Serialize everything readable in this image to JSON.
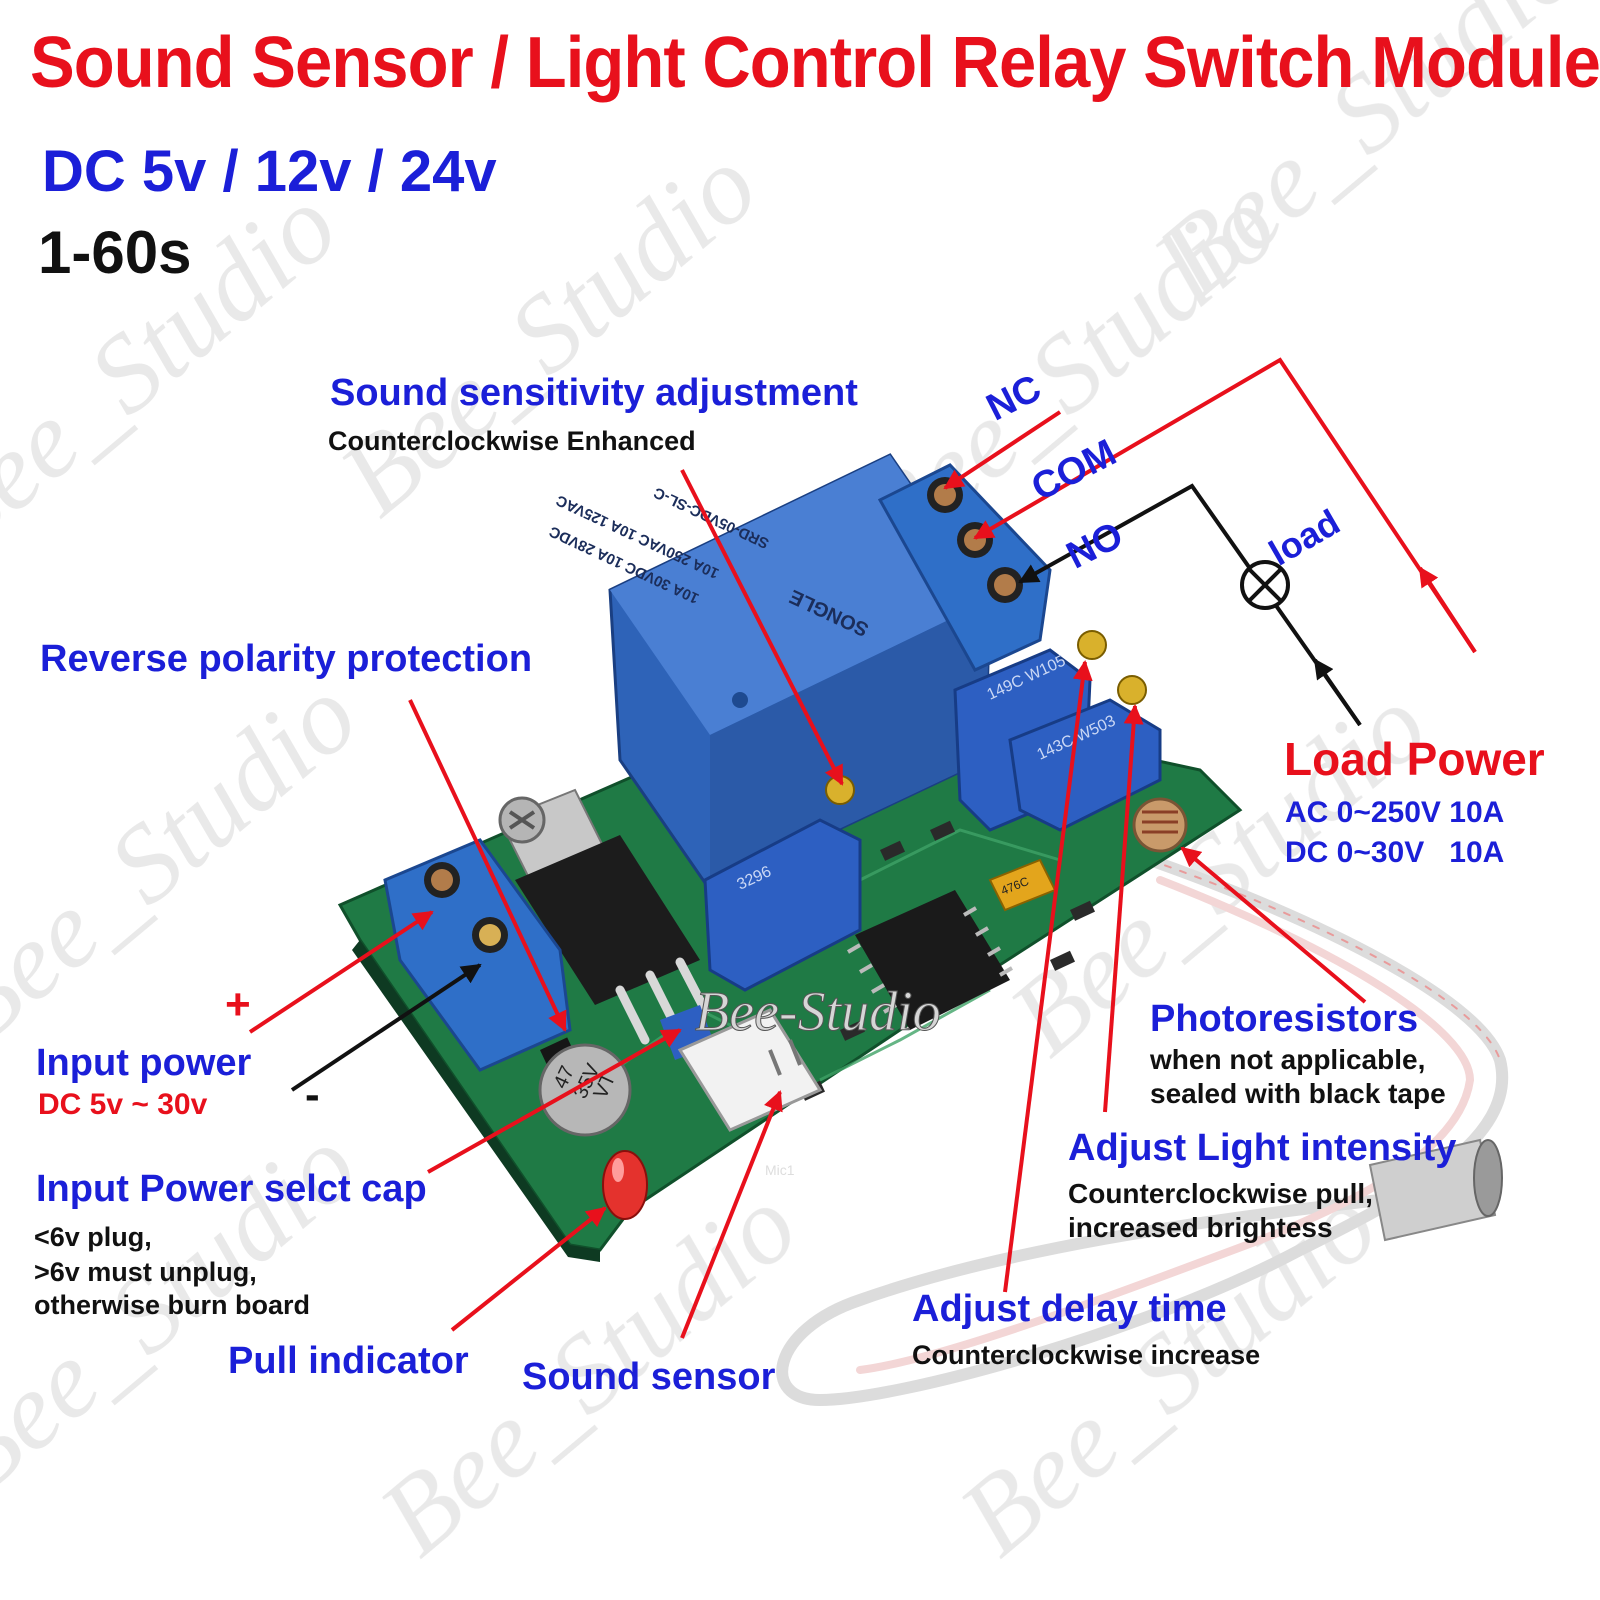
{
  "title": "Sound Sensor / Light Control Relay Switch Module",
  "voltage": "DC 5v / 12v / 24v",
  "timing": "1-60s",
  "watermark": "Bee_Studio",
  "board_brand": "Bee-Studio",
  "labels": {
    "sound_sensitivity": "Sound sensitivity adjustment",
    "sound_sensitivity_note": "Counterclockwise Enhanced",
    "reverse_polarity": "Reverse polarity protection",
    "nc": "NC",
    "com": "COM",
    "no": "NO",
    "load": "load",
    "load_power": "Load Power",
    "load_ac": "AC 0~250V 10A",
    "load_dc": "DC 0~30V   10A",
    "plus": "+",
    "minus": "-",
    "input_power": "Input power",
    "input_power_range": "DC 5v ~ 30v",
    "photoresistors": "Photoresistors",
    "photoresistors_note1": "when not applicable,",
    "photoresistors_note2": "sealed with black tape",
    "adjust_light": "Adjust Light intensity",
    "adjust_light_note1": "Counterclockwise pull,",
    "adjust_light_note2": "increased brightess",
    "input_cap": "Input Power selct cap",
    "input_cap_note1": "<6v plug,",
    "input_cap_note2": ">6v must unplug,",
    "input_cap_note3": "otherwise burn board",
    "adjust_delay": "Adjust delay time",
    "adjust_delay_note": "Counterclockwise increase",
    "pull_indicator": "Pull indicator",
    "sound_sensor": "Sound sensor"
  },
  "relay_text": {
    "line1": "SRD-05VDC-SL-C",
    "line2": "10A 250VAC 10A 125VAC",
    "line3": "10A 30VDC 10A 28VDC",
    "brand": "SONGLE"
  },
  "pot_text": {
    "pot1": "3296",
    "pot2": "149C W105",
    "pot3": "143C W503"
  },
  "cap_text": {
    "value": "47",
    "voltage": "35V",
    "series": "VT"
  },
  "tant_text": "476C",
  "mic_text": "Mic1",
  "colors": {
    "title_red": "#e8101c",
    "label_blue": "#1b1fd8",
    "arrow_red": "#e8101c",
    "pcb_green": "#1f7a45",
    "terminal_blue": "#2f6fc8",
    "relay_blue": "#2e63b8"
  }
}
